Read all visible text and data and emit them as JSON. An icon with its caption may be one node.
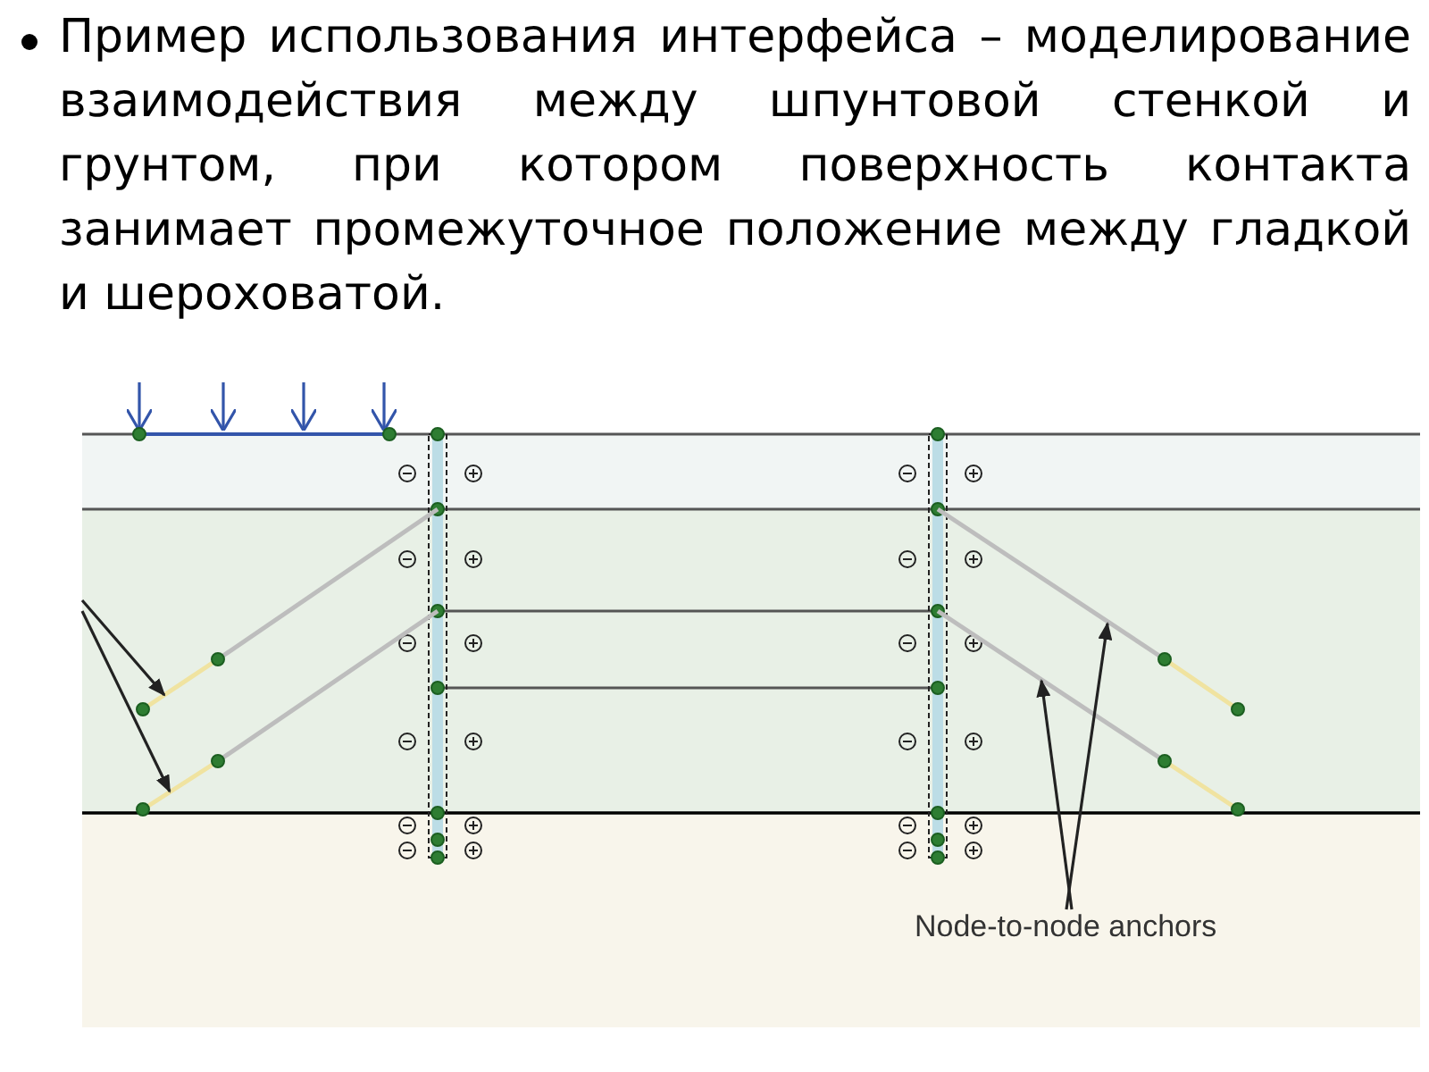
{
  "diagram": {
    "nodes": [
      {
        "text": [],
        "shape": "anchor"
      },
      {
        "text": [],
        "shape": "anchor"
      },
      {
        "text": [],
        "shape": "anchor"
      },
      {
        "text": [],
        "shape": "anchor"
      },
      {
        "text": [
          "Node-to-node anchors"
        ]
      }
    ],
    "edges": [
      {
        "from": null,
        "to": 0,
        "arrow": "to"
      },
      {
        "from": null,
        "to": 1,
        "arrow": "to"
      },
      {
        "from": 4,
        "to": 2,
        "arrow": "to"
      },
      {
        "from": 4,
        "to": 3,
        "arrow": "to"
      }
    ],
    "labels": [
      "Пример использования интерфейса – моделирование взаимодействия между шпунтовой стенкой и грунтом, при котором поверхность контакта занимает промежуточное положение между гладкой и шероховатой."
    ]
  }
}
